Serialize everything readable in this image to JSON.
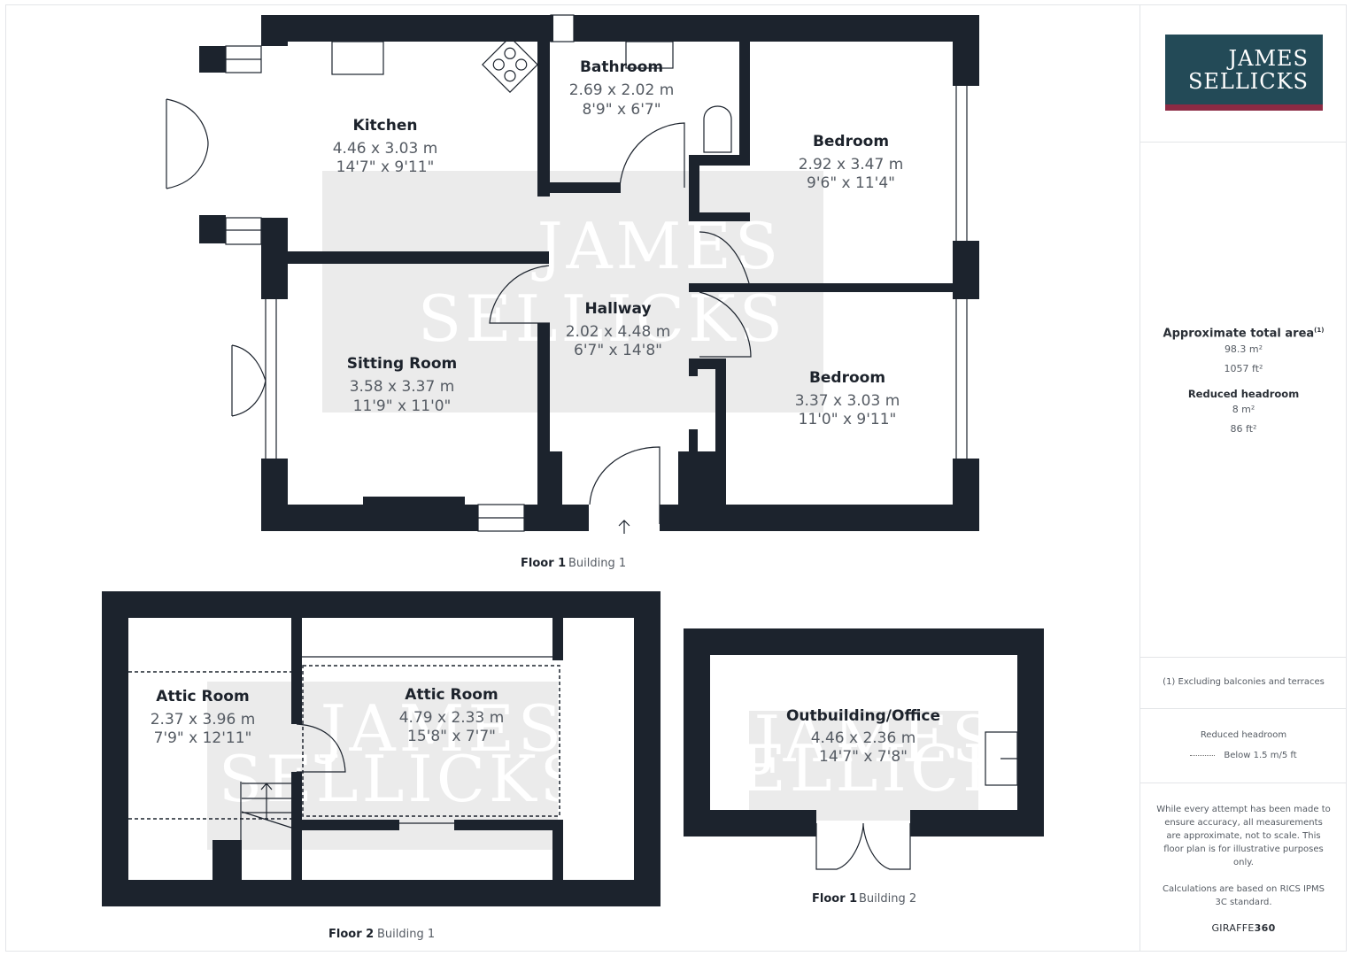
{
  "brand": {
    "line1": "JAMES",
    "line2": "SELLICKS",
    "colors": {
      "panel": "#234a57",
      "bar": "#8c2a44",
      "wall": "#1c232d"
    }
  },
  "watermark": {
    "line1": "JAMES",
    "line2": "SELLICKS"
  },
  "floors": [
    {
      "caption_floor": "Floor 1",
      "caption_building": "Building 1",
      "rooms": [
        {
          "name": "Kitchen",
          "metric": "4.46 x 3.03 m",
          "imperial": "14'7\" x 9'11\""
        },
        {
          "name": "Bathroom",
          "metric": "2.69 x 2.02 m",
          "imperial": "8'9\" x 6'7\""
        },
        {
          "name": "Bedroom",
          "metric": "2.92 x 3.47 m",
          "imperial": "9'6\" x 11'4\""
        },
        {
          "name": "Hallway",
          "metric": "2.02 x 4.48 m",
          "imperial": "6'7\" x 14'8\""
        },
        {
          "name": "Sitting Room",
          "metric": "3.58 x 3.37 m",
          "imperial": "11'9\" x 11'0\""
        },
        {
          "name": "Bedroom",
          "metric": "3.37 x 3.03 m",
          "imperial": "11'0\" x 9'11\""
        }
      ]
    },
    {
      "caption_floor": "Floor 2",
      "caption_building": "Building 1",
      "rooms": [
        {
          "name": "Attic Room",
          "metric": "2.37 x 3.96 m",
          "imperial": "7'9\" x 12'11\""
        },
        {
          "name": "Attic Room",
          "metric": "4.79 x 2.33 m",
          "imperial": "15'8\" x 7'7\""
        }
      ]
    },
    {
      "caption_floor": "Floor 1",
      "caption_building": "Building 2",
      "rooms": [
        {
          "name": "Outbuilding/Office",
          "metric": "4.46 x 2.36 m",
          "imperial": "14'7\" x 7'8\""
        }
      ]
    }
  ],
  "sidebar": {
    "area_title": "Approximate total area",
    "area_footnote": "(1)",
    "area_m2": "98.3 m²",
    "area_ft2": "1057 ft²",
    "reduced_title": "Reduced headroom",
    "reduced_m2": "8 m²",
    "reduced_ft2": "86 ft²",
    "footnote": "(1) Excluding balconies and terraces",
    "legend_title": "Reduced headroom",
    "legend_item": "Below 1.5 m/5 ft",
    "disclaimer": "While every attempt has been made to ensure accuracy, all measurements are approximate, not to scale. This floor plan is for illustrative purposes only.",
    "calc": "Calculations are based on RICS IPMS 3C standard.",
    "giraffe_a": "GIRAFFE",
    "giraffe_b": "360"
  }
}
